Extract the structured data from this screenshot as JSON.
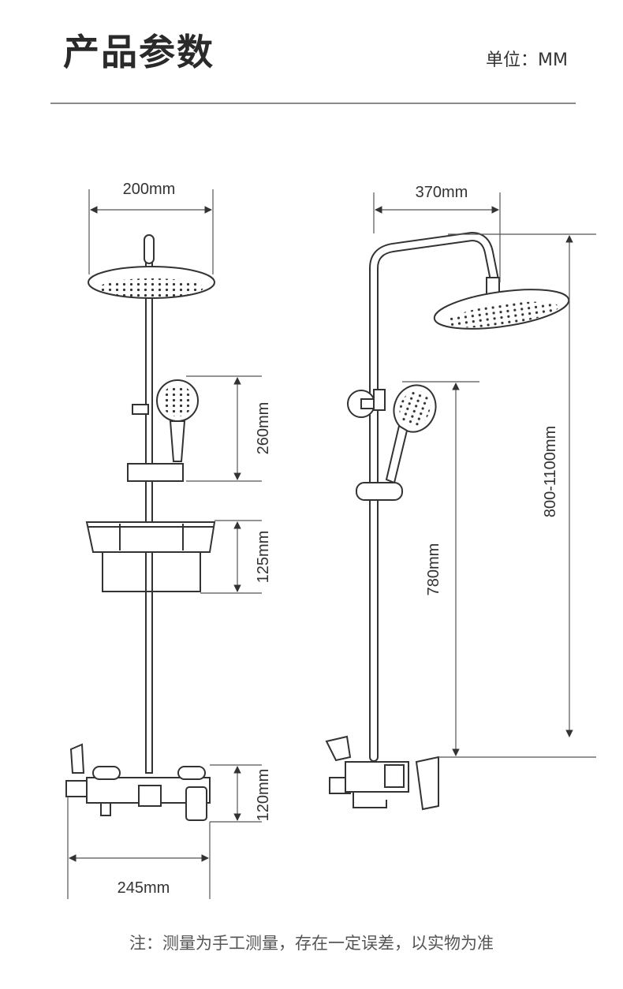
{
  "header": {
    "title": "产品参数",
    "unit": "单位：MM"
  },
  "dimensions": {
    "left_top_width": "200mm",
    "handheld_height": "260mm",
    "basket_height": "125mm",
    "mixer_height": "120mm",
    "mixer_width": "245mm",
    "arm_length": "370mm",
    "overall_height": "800-1100mm",
    "bar_height": "780mm"
  },
  "footer": {
    "note": "注：测量为手工测量，存在一定误差，以实物为准"
  }
}
